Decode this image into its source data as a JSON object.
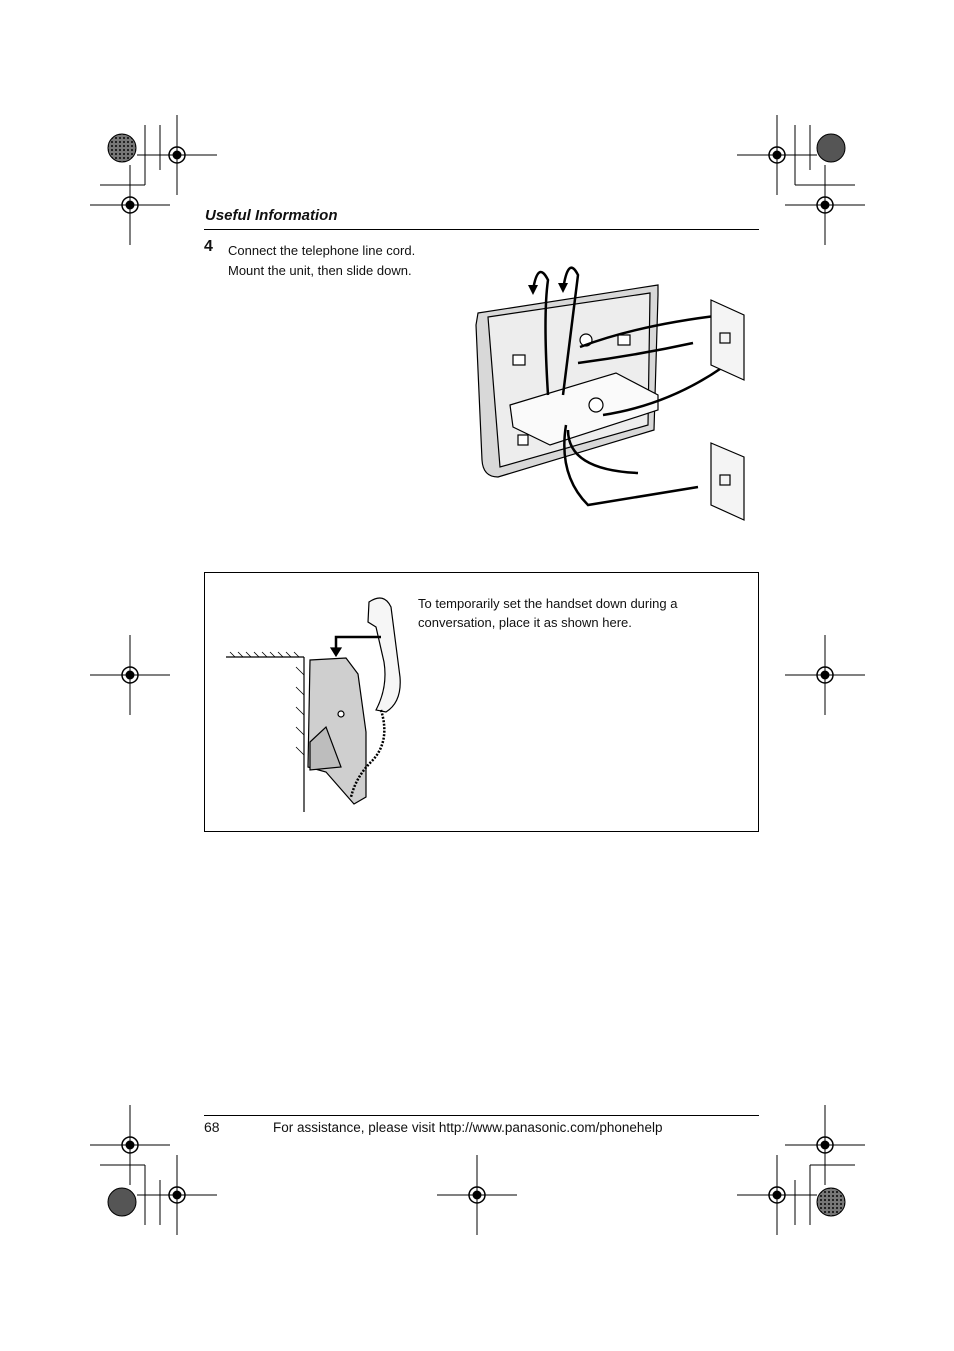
{
  "header": {
    "section_title": "Useful Information"
  },
  "step": {
    "number": "4",
    "lines": [
      "Connect the telephone line cord.",
      "Mount the unit, then slide down."
    ]
  },
  "note": {
    "text": "To temporarily set the handset down during a conversation, place it as shown here."
  },
  "footer": {
    "page_number": "68",
    "assistance_text": "For assistance, please visit http://www.panasonic.com/phonehelp"
  },
  "icons": {
    "registration_mark": "crosshair-circle-icon",
    "color_target": "starburst-target-icon"
  }
}
